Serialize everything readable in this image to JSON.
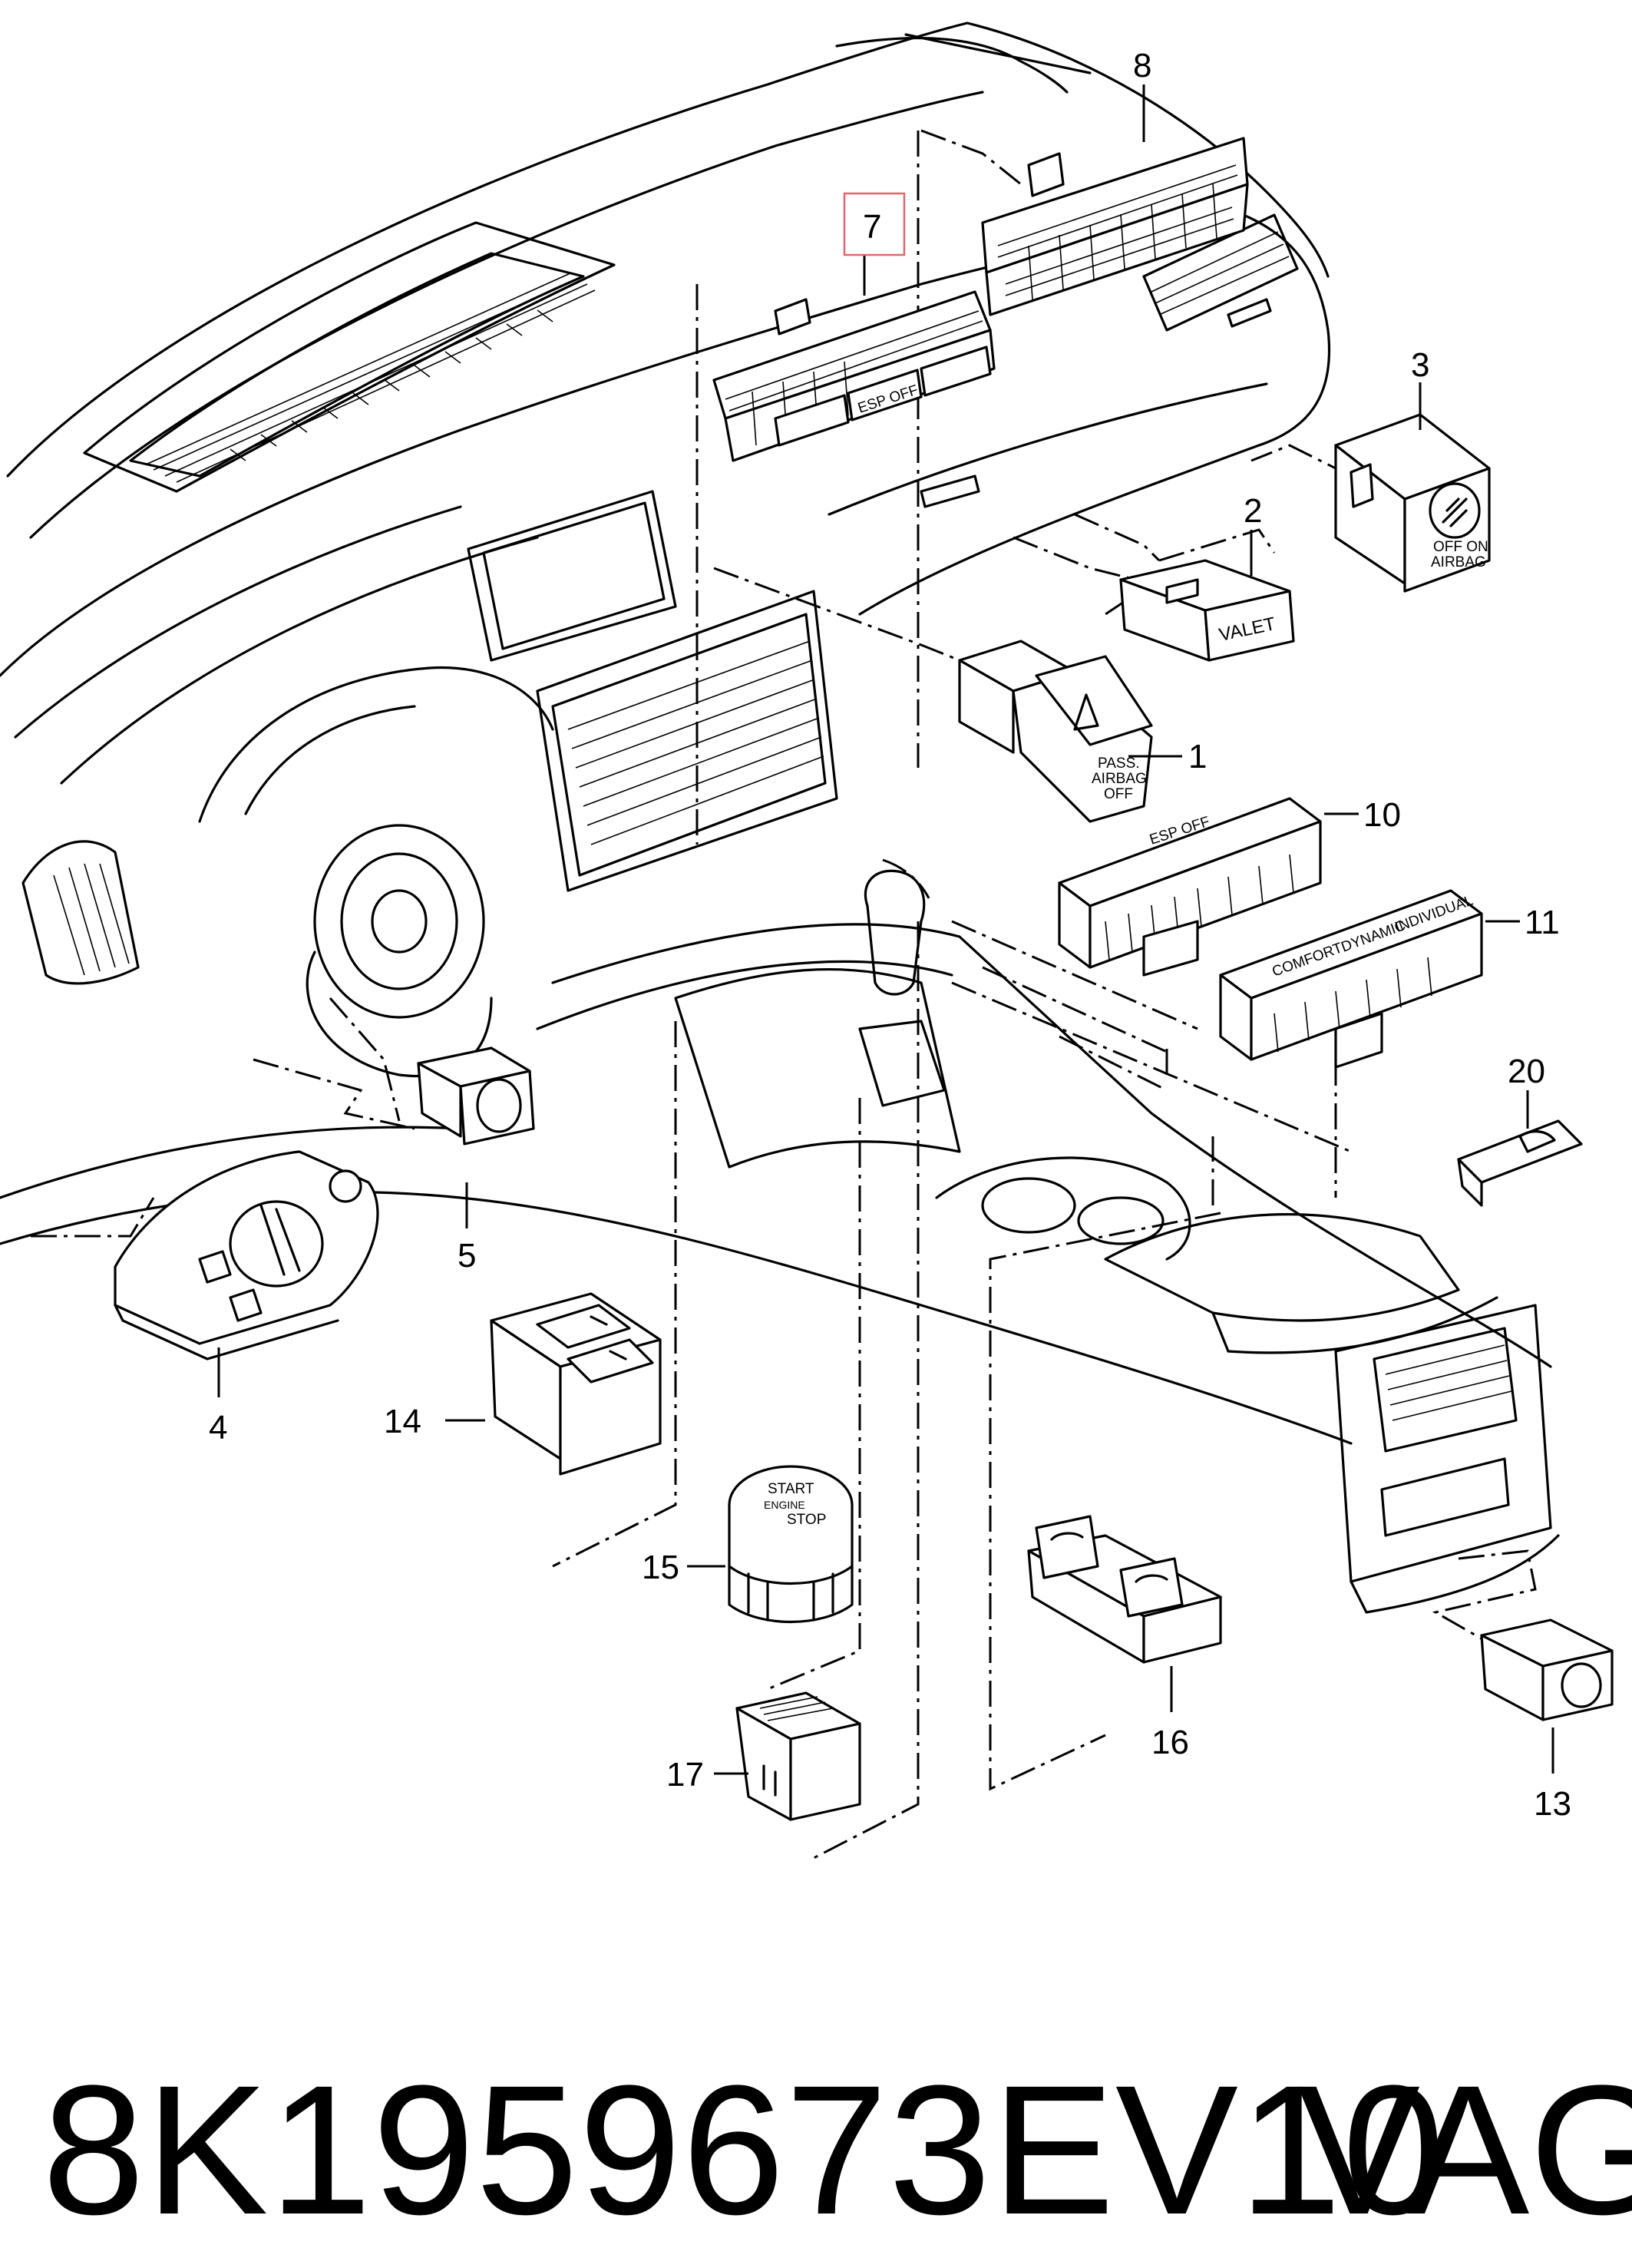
{
  "diagram": {
    "callouts": [
      {
        "id": "1",
        "label": "1"
      },
      {
        "id": "2",
        "label": "2"
      },
      {
        "id": "3",
        "label": "3"
      },
      {
        "id": "4",
        "label": "4"
      },
      {
        "id": "5",
        "label": "5"
      },
      {
        "id": "7",
        "label": "7",
        "highlighted": true
      },
      {
        "id": "8",
        "label": "8"
      },
      {
        "id": "10",
        "label": "10"
      },
      {
        "id": "11",
        "label": "11"
      },
      {
        "id": "13",
        "label": "13"
      },
      {
        "id": "14",
        "label": "14"
      },
      {
        "id": "15",
        "label": "15"
      },
      {
        "id": "16",
        "label": "16"
      },
      {
        "id": "17",
        "label": "17"
      },
      {
        "id": "20",
        "label": "20"
      }
    ],
    "button_markings": {
      "esp_off_7": "ESP OFF",
      "esp_off_10": "ESP OFF",
      "valet": "VALET",
      "pass_airbag_off_1": "PASS.",
      "pass_airbag_off_2": "AIRBAG",
      "pass_airbag_off_3": "OFF",
      "airbag_3_off_on": "OFF ON",
      "airbag_3": "AIRBAG",
      "comfort": "COMFORT",
      "dynamic": "DYNAMIC",
      "individual": "INDIVIDUAL",
      "start": "START",
      "engine": "ENGINE",
      "stop": "STOP"
    },
    "highlight_color": "#e2666e"
  },
  "footer": {
    "part_number": "8K1959673EV10",
    "brand": "VAG"
  }
}
